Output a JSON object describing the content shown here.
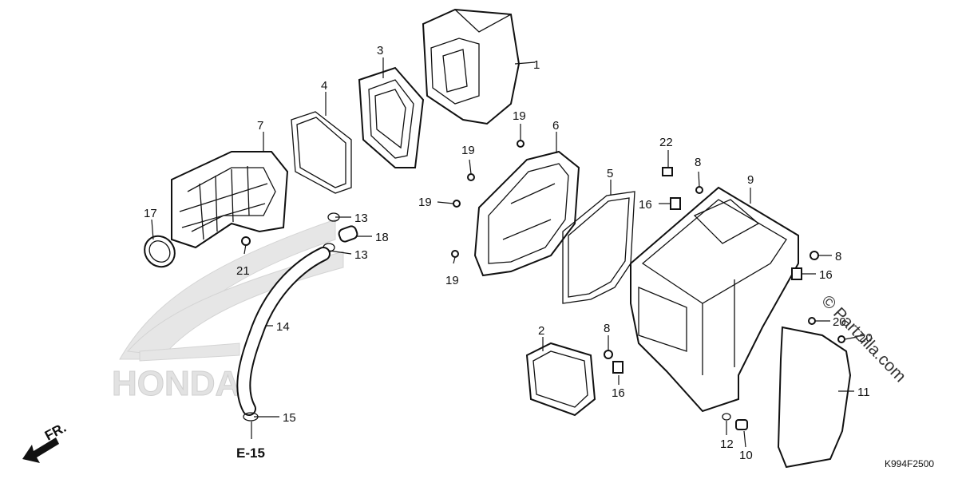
{
  "callouts": [
    "1",
    "2",
    "3",
    "4",
    "5",
    "6",
    "7",
    "8",
    "9",
    "10",
    "11",
    "12",
    "13",
    "14",
    "15",
    "16",
    "17",
    "18",
    "19",
    "20",
    "21",
    "22"
  ],
  "labels": {
    "n1": "1",
    "n2": "2",
    "n3": "3",
    "n4": "4",
    "n5": "5",
    "n6": "6",
    "n7": "7",
    "n8a": "8",
    "n8b": "8",
    "n8c": "8",
    "n9": "9",
    "n10": "10",
    "n11": "11",
    "n12": "12",
    "n13a": "13",
    "n13b": "13",
    "n14": "14",
    "n15": "15",
    "n16a": "16",
    "n16b": "16",
    "n16c": "16",
    "n17": "17",
    "n18": "18",
    "n19a": "19",
    "n19b": "19",
    "n19c": "19",
    "n19d": "19",
    "n20a": "20",
    "n20b": "20",
    "n21": "21",
    "n22": "22"
  },
  "ref_label": "E-15",
  "front_label": "FR.",
  "drawing_code": "K994F2500",
  "watermark": "© Partzilla.com",
  "logo_text": "HONDA"
}
